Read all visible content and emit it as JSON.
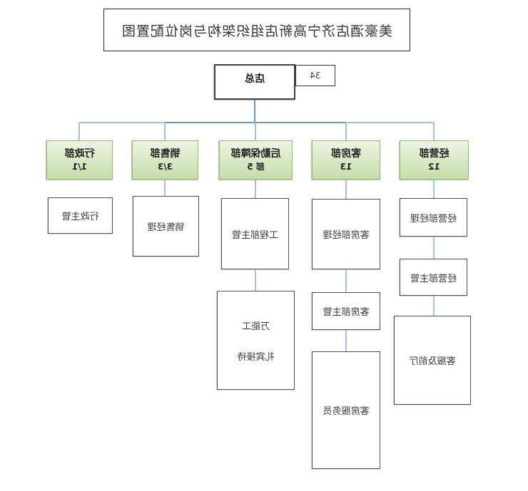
{
  "title": "美豪酒店济宁高新店组织架构与岗位配置图",
  "root": {
    "name": "店总",
    "headcount": "34"
  },
  "departments": [
    {
      "name": "经营部",
      "count": "12"
    },
    {
      "name": "客房部",
      "count": "13"
    },
    {
      "name": "后勤保障部",
      "count": "部 5"
    },
    {
      "name": "销售部",
      "count": "3/3"
    },
    {
      "name": "行政部",
      "count": "1/1"
    }
  ],
  "positions": {
    "ops_manager": "经营部经理",
    "ops_supervisor": "经营部主管",
    "ops_front": "客服及前厅",
    "hk_manager": "客房部经理",
    "hk_supervisor": "客房部主管",
    "hk_attendant": "客房服务员",
    "eng_supervisor": "工程部主管",
    "handyman": "万能工",
    "concierge": "礼宾接待",
    "sales_manager": "销售经理",
    "admin_supervisor": "行政主管"
  },
  "colors": {
    "connector_light": "#9cc2e5",
    "connector_dark": "#5b9bd5",
    "dept_fill_top": "#ecf4e2",
    "dept_fill_bottom": "#c7dda9",
    "dept_border": "#8cbe6e",
    "box_border": "#4f4f4f",
    "background": "#ffffff"
  },
  "note_mirrored": "entire chart rendered horizontally flipped"
}
